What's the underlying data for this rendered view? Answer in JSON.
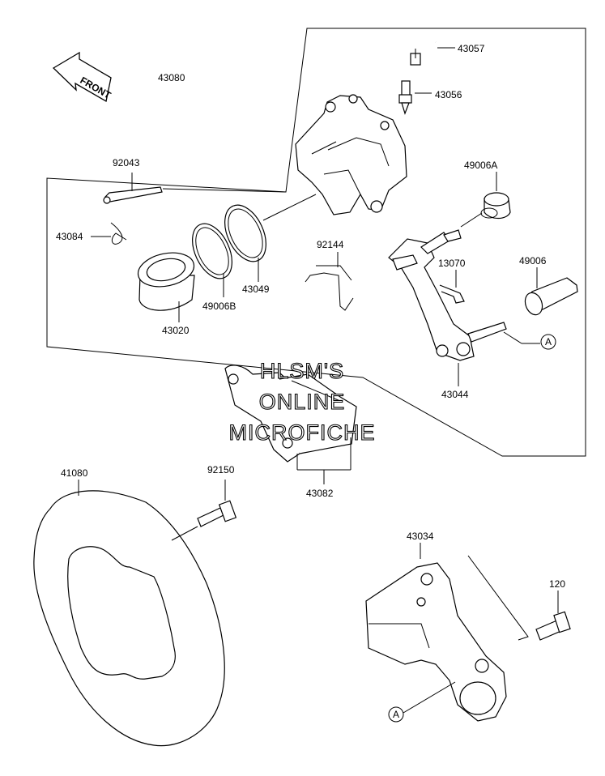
{
  "front_label": "FRONT",
  "parts": {
    "p43057": "43057",
    "p43056": "43056",
    "p43080": "43080",
    "p92043": "92043",
    "p43084": "43084",
    "p49006A": "49006A",
    "p92144": "92144",
    "p13070": "13070",
    "p49006": "49006",
    "p43049": "43049",
    "p49006B": "49006B",
    "p43020": "43020",
    "p43044": "43044",
    "p41080": "41080",
    "p92150": "92150",
    "p43082": "43082",
    "p43034": "43034",
    "p120": "120"
  },
  "ref_marker": "A",
  "watermark": {
    "line1": "HLSM'S",
    "line2": "ONLINE",
    "line3": "MICROFICHE"
  }
}
